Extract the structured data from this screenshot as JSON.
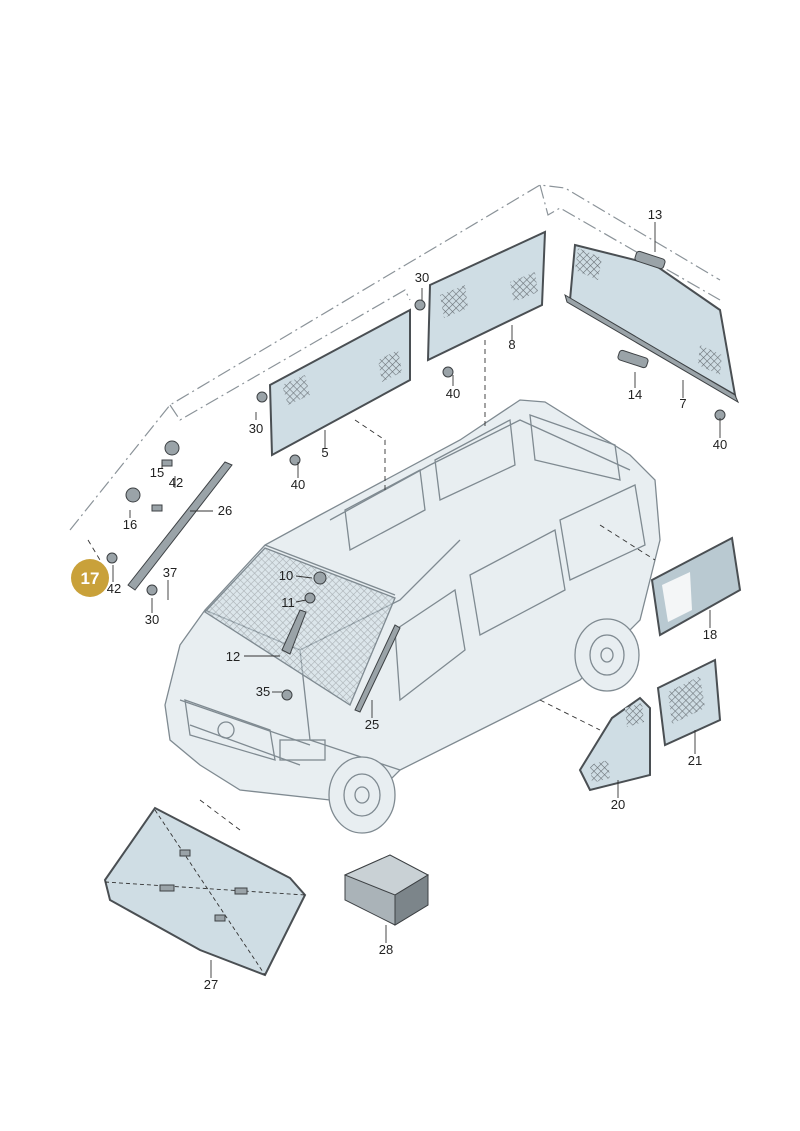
{
  "diagram": {
    "highlight": {
      "label": "17",
      "color": "#c9a13a"
    },
    "callouts": {
      "c5": "5",
      "c7": "7",
      "c8": "8",
      "c10": "10",
      "c11": "11",
      "c12": "12",
      "c13": "13",
      "c14": "14",
      "c15": "15",
      "c16": "16",
      "c18": "18",
      "c20": "20",
      "c21": "21",
      "c25": "25",
      "c26": "26",
      "c27": "27",
      "c28": "28",
      "c30a": "30",
      "c30b": "30",
      "c30c": "30",
      "c35": "35",
      "c37": "37",
      "c40a": "40",
      "c40b": "40",
      "c40c": "40",
      "c42a": "42",
      "c42b": "42"
    }
  }
}
